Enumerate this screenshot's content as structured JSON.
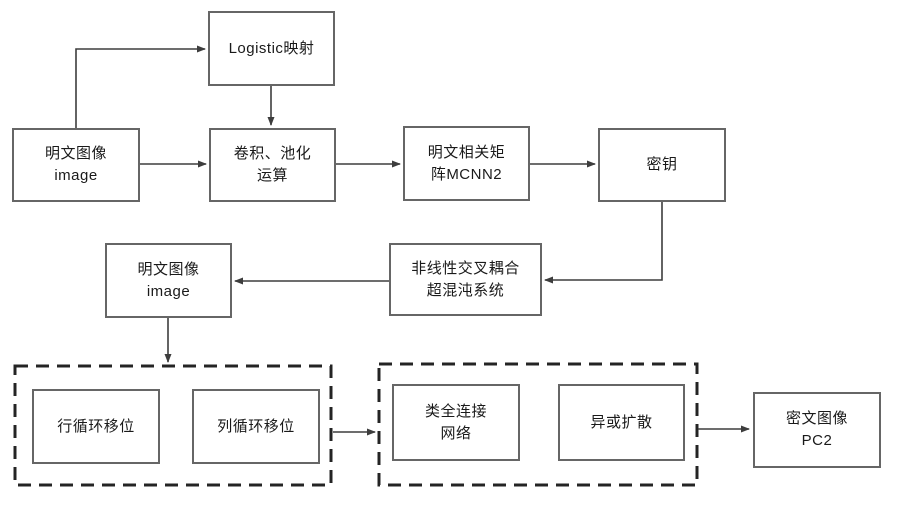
{
  "colors": {
    "background": "#ffffff",
    "box_border": "#666666",
    "dashed_border": "#242424",
    "arrow": "#3d3d3d",
    "text": "#1a1a1a"
  },
  "nodes": {
    "logistic": {
      "label": "Logistic映射"
    },
    "plain_image_1": {
      "label": "明文图像\nimage"
    },
    "conv_pool": {
      "label": "卷积、池化\n运算"
    },
    "mcnn2": {
      "label": "明文相关矩\n阵MCNN2"
    },
    "key": {
      "label": "密钥"
    },
    "hyperchaos": {
      "label": "非线性交叉耦合\n超混沌系统"
    },
    "plain_image_2": {
      "label": "明文图像\nimage"
    },
    "row_shift": {
      "label": "行循环移位"
    },
    "col_shift": {
      "label": "列循环移位"
    },
    "fc_network": {
      "label": "类全连接\n网络"
    },
    "xor_diffusion": {
      "label": "异或扩散"
    },
    "cipher_image": {
      "label": "密文图像\nPC2"
    }
  }
}
